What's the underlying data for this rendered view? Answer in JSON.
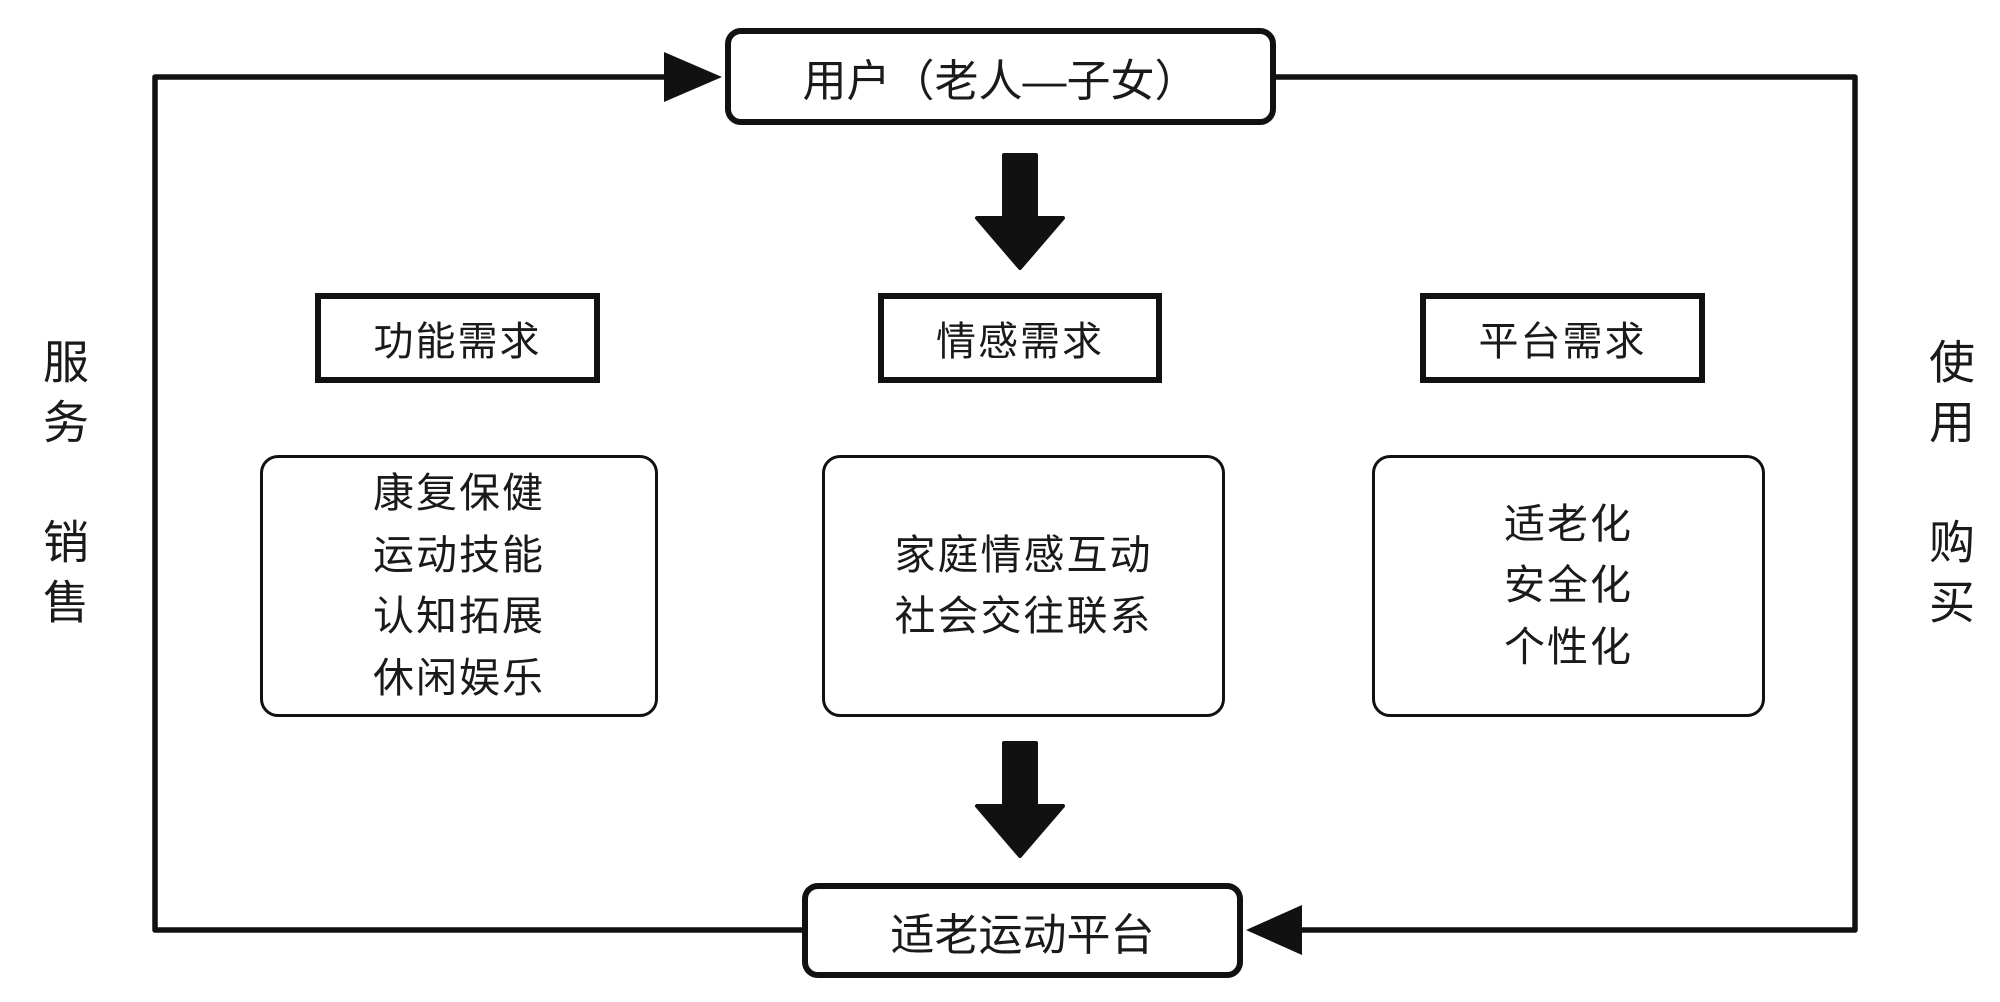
{
  "diagram": {
    "top_node": {
      "label": "用户（老人—子女）"
    },
    "bottom_node": {
      "label": "适老运动平台"
    },
    "columns": [
      {
        "header": "功能需求",
        "items": [
          "康复保健",
          "运动技能",
          "认知拓展",
          "休闲娱乐"
        ]
      },
      {
        "header": "情感需求",
        "items": [
          "家庭情感互动",
          "社会交往联系"
        ]
      },
      {
        "header": "平台需求",
        "items": [
          "适老化",
          "安全化",
          "个性化"
        ]
      }
    ],
    "left_edge_labels": [
      "服务",
      "销售"
    ],
    "right_edge_labels": [
      "使用",
      "购买"
    ],
    "colors": {
      "line": "#111111",
      "background": "#ffffff",
      "text": "#1a1a1a"
    }
  }
}
